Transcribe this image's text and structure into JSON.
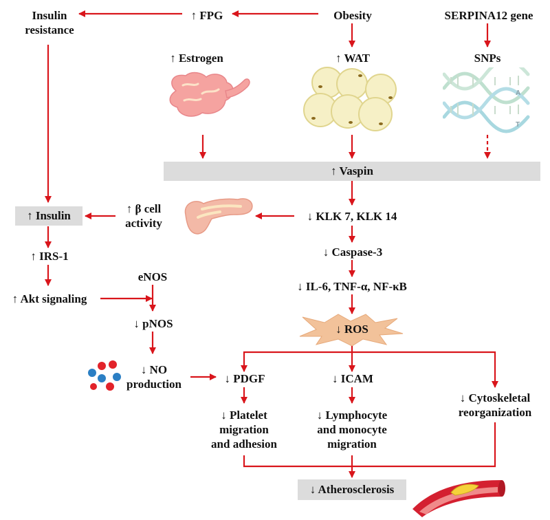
{
  "colors": {
    "arrow": "#d9151b",
    "highlight_box": "#dcdcdc",
    "text": "#111111"
  },
  "nodes": {
    "insulin_resistance": "Insulin\nresistance",
    "fpg": "↑ FPG",
    "obesity": "Obesity",
    "serpina12": "SERPINA12 gene",
    "estrogen": "↑ Estrogen",
    "wat": "↑ WAT",
    "snps": "SNPs",
    "vaspin": "↑ Vaspin",
    "insulin": "↑ Insulin",
    "beta_cell": "↑ β cell\nactivity",
    "klk": "↓ KLK 7, KLK 14",
    "irs1": "↑ IRS-1",
    "caspase3": "↓ Caspase-3",
    "enos": "eNOS",
    "akt": "↑ Akt signaling",
    "il6": "↓ IL-6, TNF-α, NF-κB",
    "pnos": "↓ pNOS",
    "ros": "↓ ROS",
    "no_production": "↓ NO\nproduction",
    "pdgf": "↓ PDGF",
    "icam": "↓ ICAM",
    "cytoskeletal": "↓ Cytoskeletal\nreorganization",
    "platelet": "↓ Platelet\nmigration\nand adhesion",
    "lymphocyte": "↓ Lymphocyte\nand monocyte\nmigration",
    "atherosclerosis": "↓ Atherosclerosis"
  },
  "icons": {
    "uterus": "uterus-icon",
    "adipocytes": "adipocytes-icon",
    "dna": "dna-icon",
    "dna_letters": [
      "A",
      "T"
    ],
    "pancreas": "pancreas-icon",
    "molecules": "no-molecules-icon",
    "artery": "artery-plaque-icon"
  }
}
